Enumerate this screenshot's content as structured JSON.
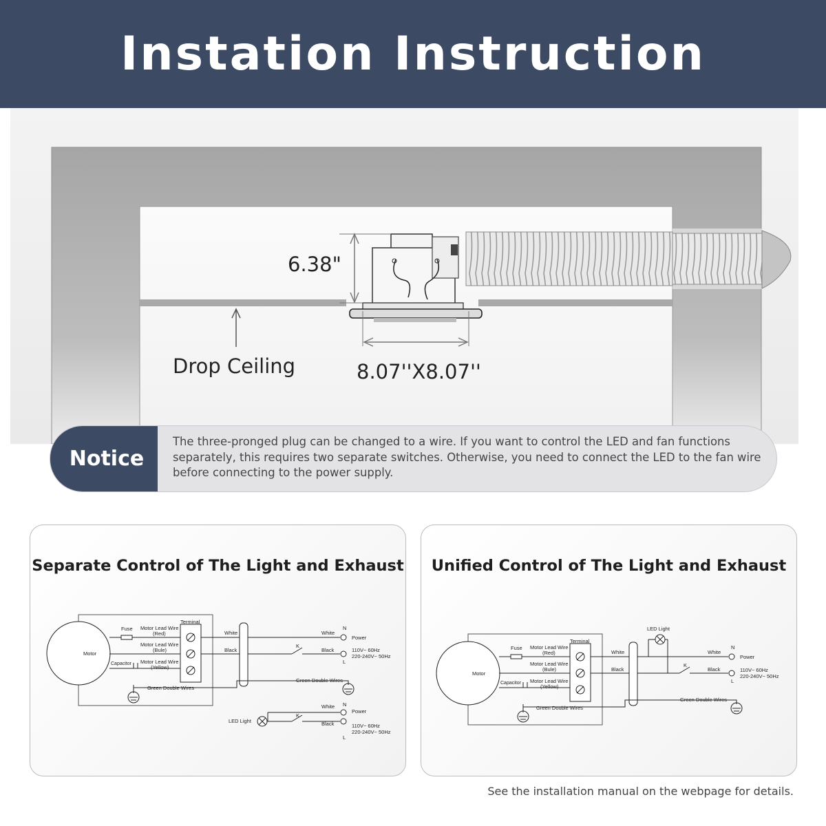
{
  "header": {
    "title": "Instation Instruction"
  },
  "installation": {
    "height_label": "6.38\"",
    "ceiling_label": "Drop Ceiling",
    "size_label": "8.07''X8.07''"
  },
  "notice": {
    "label": "Notice",
    "text": "The three-pronged plug can be changed to a wire. If you want to control the LED and fan functions separately, this requires two separate switches. Otherwise, you need to connect the LED to the fan wire before connecting to the power supply."
  },
  "diagram_labels": {
    "motor": "Motor",
    "fuse": "Fuse",
    "terminal": "Terminal",
    "lead_red_1": "Motor Lead Wire",
    "lead_red_2": "(Red)",
    "lead_blue_1": "Motor Lead Wire",
    "lead_blue_2": "(Bule)",
    "lead_yellow_1": "Motor Lead Wire",
    "lead_yellow_2": "(Yellow)",
    "capacitor": "Capacitor",
    "green_double": "Green Double Wires",
    "white": "White",
    "black": "Black",
    "switch_k": "K",
    "n": "N",
    "l": "L",
    "power": "Power",
    "volt_1": "110V~  60Hz",
    "volt_2": "220-240V~ 50Hz",
    "led_light": "LED  Light"
  },
  "diagrams": [
    {
      "title": "Separate Control of The Light and Exhaust"
    },
    {
      "title": "Unified Control of The Light and Exhaust"
    }
  ],
  "footer": {
    "note": "See the installation manual on the webpage for details."
  }
}
